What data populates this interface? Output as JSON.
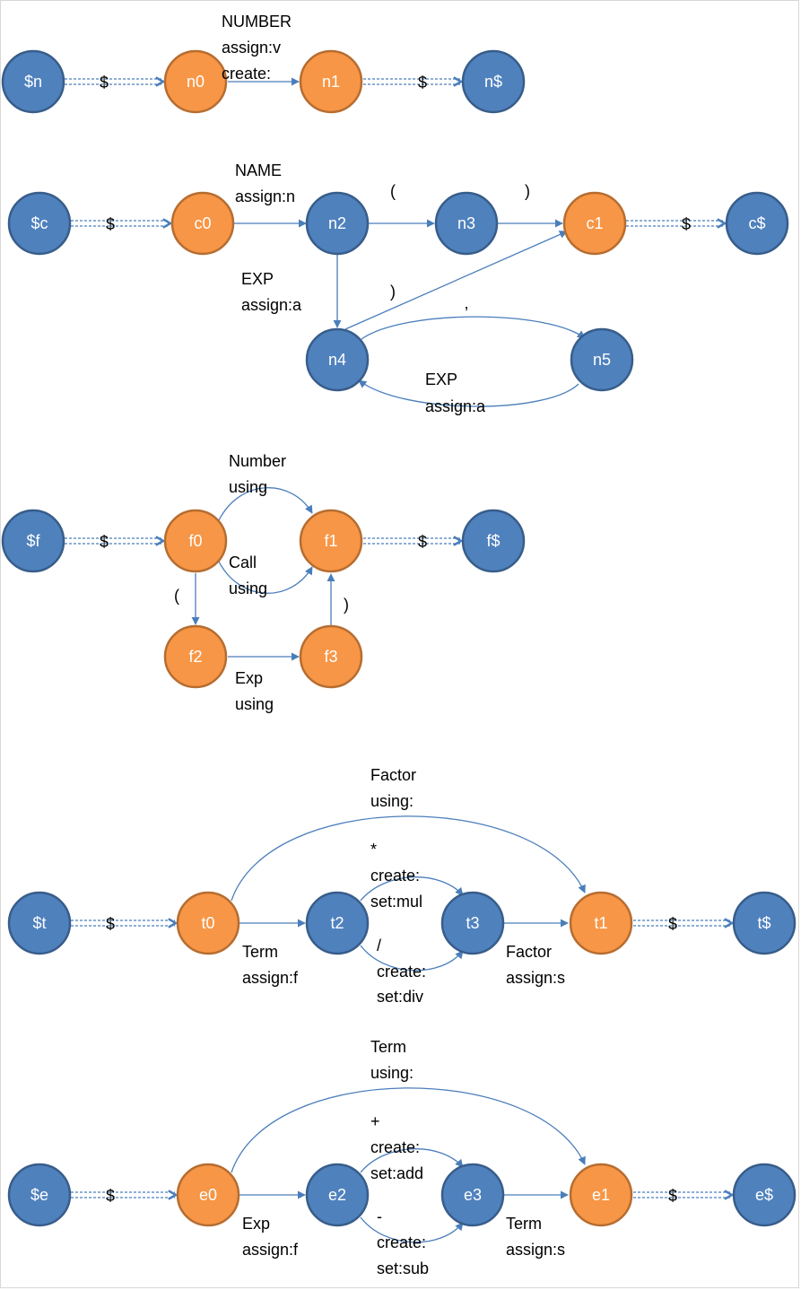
{
  "colors": {
    "blue_fill": "#4f81bd",
    "blue_stroke": "#385d8a",
    "orange_fill": "#f79646",
    "orange_stroke": "#b66d31",
    "edge": "#4a7ebb",
    "text": "#000000"
  },
  "nodes": {
    "sn": "$n",
    "n0": "n0",
    "n1": "n1",
    "nend": "n$",
    "sc": "$c",
    "c0": "c0",
    "n2": "n2",
    "n3": "n3",
    "c1": "c1",
    "cend": "c$",
    "n4": "n4",
    "n5": "n5",
    "sf": "$f",
    "f0": "f0",
    "f1": "f1",
    "fend": "f$",
    "f2": "f2",
    "f3": "f3",
    "st": "$t",
    "t0": "t0",
    "t2": "t2",
    "t3": "t3",
    "t1": "t1",
    "tend": "t$",
    "se": "$e",
    "e0": "e0",
    "e2": "e2",
    "e3": "e3",
    "e1": "e1",
    "eend": "e$"
  },
  "edge_labels": {
    "dollar": "$",
    "number": [
      "NUMBER",
      "assign:v",
      "create:"
    ],
    "name": [
      "NAME",
      "assign:n"
    ],
    "open_paren": "(",
    "close_paren": ")",
    "exp_a": [
      "EXP",
      "assign:a"
    ],
    "comma": ",",
    "exp_a2": [
      "EXP",
      "assign:a"
    ],
    "number_using": [
      "Number",
      "using"
    ],
    "call_using": [
      "Call",
      "using"
    ],
    "exp_using": [
      "Exp",
      "using"
    ],
    "factor_using": [
      "Factor",
      "using:"
    ],
    "mul": [
      "*",
      "create:",
      "set:mul"
    ],
    "div": [
      "/",
      "create:",
      "set:div"
    ],
    "term_f": [
      "Term",
      "assign:f"
    ],
    "factor_s": [
      "Factor",
      "assign:s"
    ],
    "term_using": [
      "Term",
      "using:"
    ],
    "add": [
      "+",
      "create:",
      "set:add"
    ],
    "sub": [
      "-",
      "create:",
      "set:sub"
    ],
    "exp_f": [
      "Exp",
      "assign:f"
    ],
    "term_s": [
      "Term",
      "assign:s"
    ]
  }
}
